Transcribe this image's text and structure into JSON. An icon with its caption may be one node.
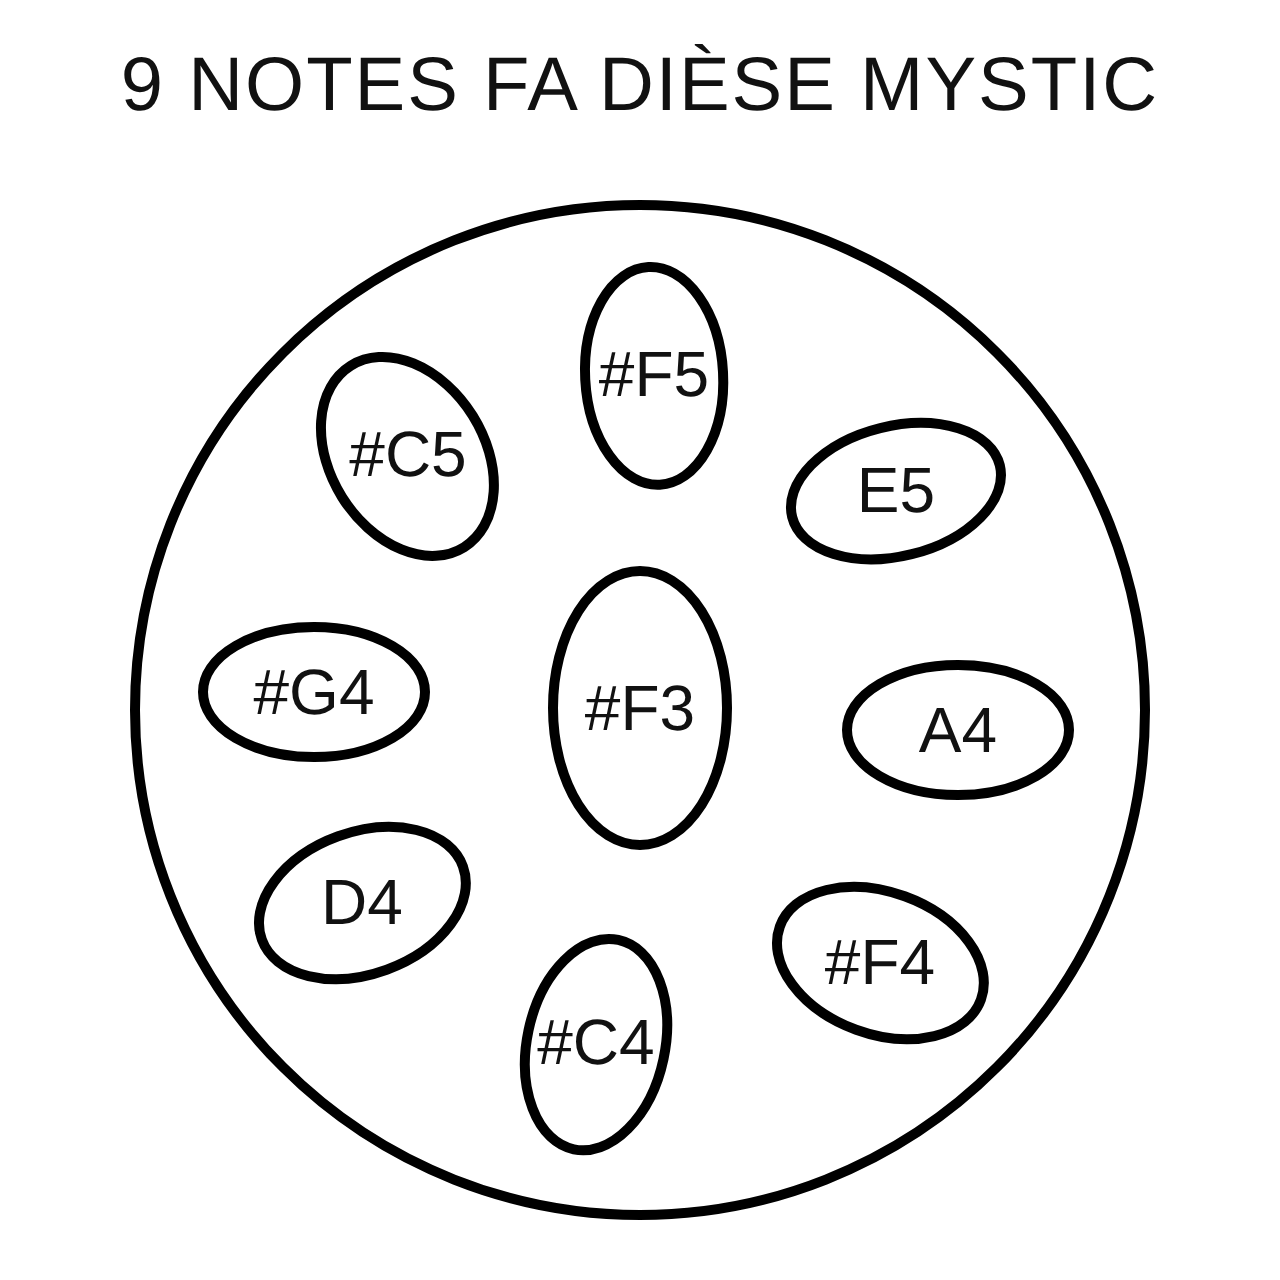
{
  "diagram": {
    "title": "9 NOTES FA DIÈSE MYSTIC",
    "nodes": [
      {
        "text": [],
        "shape": "circle"
      },
      {
        "text": [
          "#F5"
        ],
        "in": 0
      },
      {
        "text": [
          "#C5"
        ],
        "in": 0
      },
      {
        "text": [
          "E5"
        ],
        "in": 0
      },
      {
        "text": [
          "#G4"
        ],
        "in": 0
      },
      {
        "text": [
          "#F3"
        ],
        "in": 0
      },
      {
        "text": [
          "A4"
        ],
        "in": 0
      },
      {
        "text": [
          "D4"
        ],
        "in": 0
      },
      {
        "text": [
          "#F4"
        ],
        "in": 0
      },
      {
        "text": [
          "#C4"
        ],
        "in": 0
      }
    ]
  }
}
